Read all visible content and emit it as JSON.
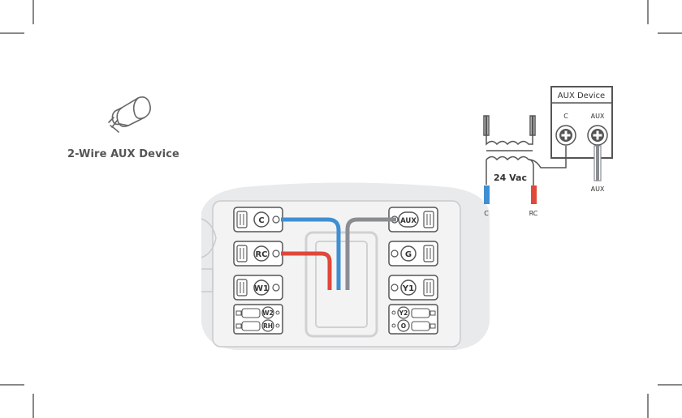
{
  "device": {
    "title": "2-Wire AUX Device",
    "icon": "aux-device-icon"
  },
  "thermostat": {
    "left_terminals": [
      "C",
      "RC",
      "W1"
    ],
    "left_pair": [
      "W2",
      "RH"
    ],
    "right_terminals": [
      "AUX",
      "G",
      "Y1"
    ],
    "right_pair": [
      "Y2",
      "O"
    ]
  },
  "schematic": {
    "box_title": "AUX Device",
    "c_label": "C",
    "aux_label": "AUX",
    "voltage": "24 Vac",
    "wire_c": "C",
    "wire_rc": "RC",
    "wire_aux": "AUX"
  },
  "colors": {
    "c_wire": "#3f8fd2",
    "rc_wire": "#e0483a",
    "aux_wire": "#8a8d92"
  }
}
